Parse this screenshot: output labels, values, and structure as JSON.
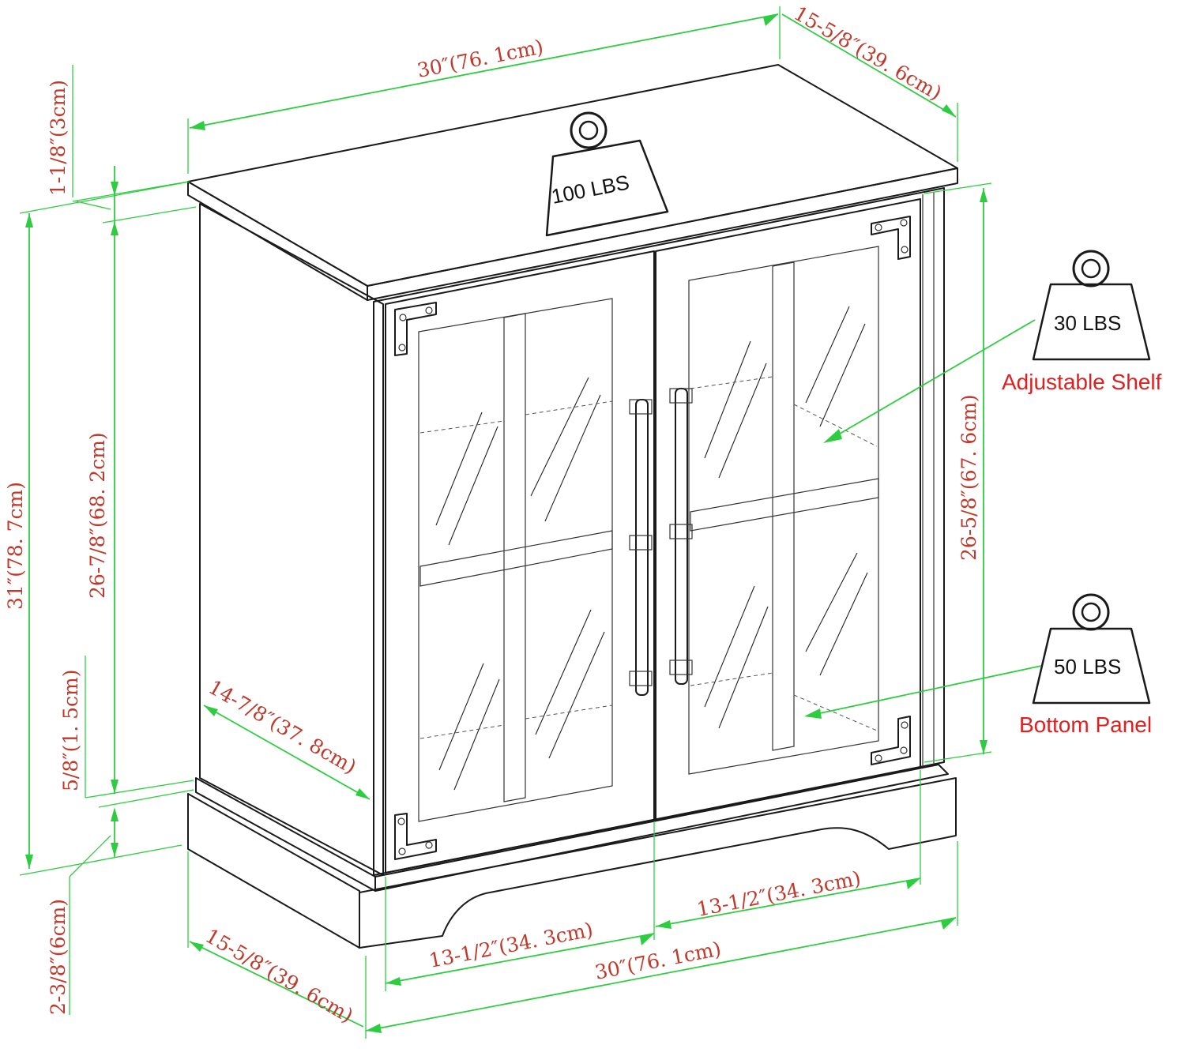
{
  "dimensions": {
    "top_width": "30″(76. 1cm)",
    "top_depth": "15-5/8″(39. 6cm)",
    "top_thickness": "1-1/8″(3cm)",
    "total_height": "31″(78. 7cm)",
    "inner_height": "26-7/8″(68. 2cm)",
    "door_height": "26-5/8″(67. 6cm)",
    "base_gap": "5/8″(1. 5cm)",
    "base_height": "2-3/8″(6cm)",
    "inner_depth": "14-7/8″(37. 8cm)",
    "door_width_left": "13-1/2″(34. 3cm)",
    "door_width_right": "13-1/2″(34. 3cm)",
    "bottom_width": "30″(76. 1cm)",
    "bottom_depth": "15-5/8″(39. 6cm)"
  },
  "weights": {
    "top": "100 LBS",
    "shelf": "30 LBS",
    "bottom": "50 LBS"
  },
  "labels": {
    "shelf": "Adjustable Shelf",
    "bottom": "Bottom Panel"
  },
  "colors": {
    "dimension_line": "#2ecc40",
    "dimension_text": "#c0392b",
    "callout_text": "#e02020",
    "line_art": "#1a1a1a"
  }
}
